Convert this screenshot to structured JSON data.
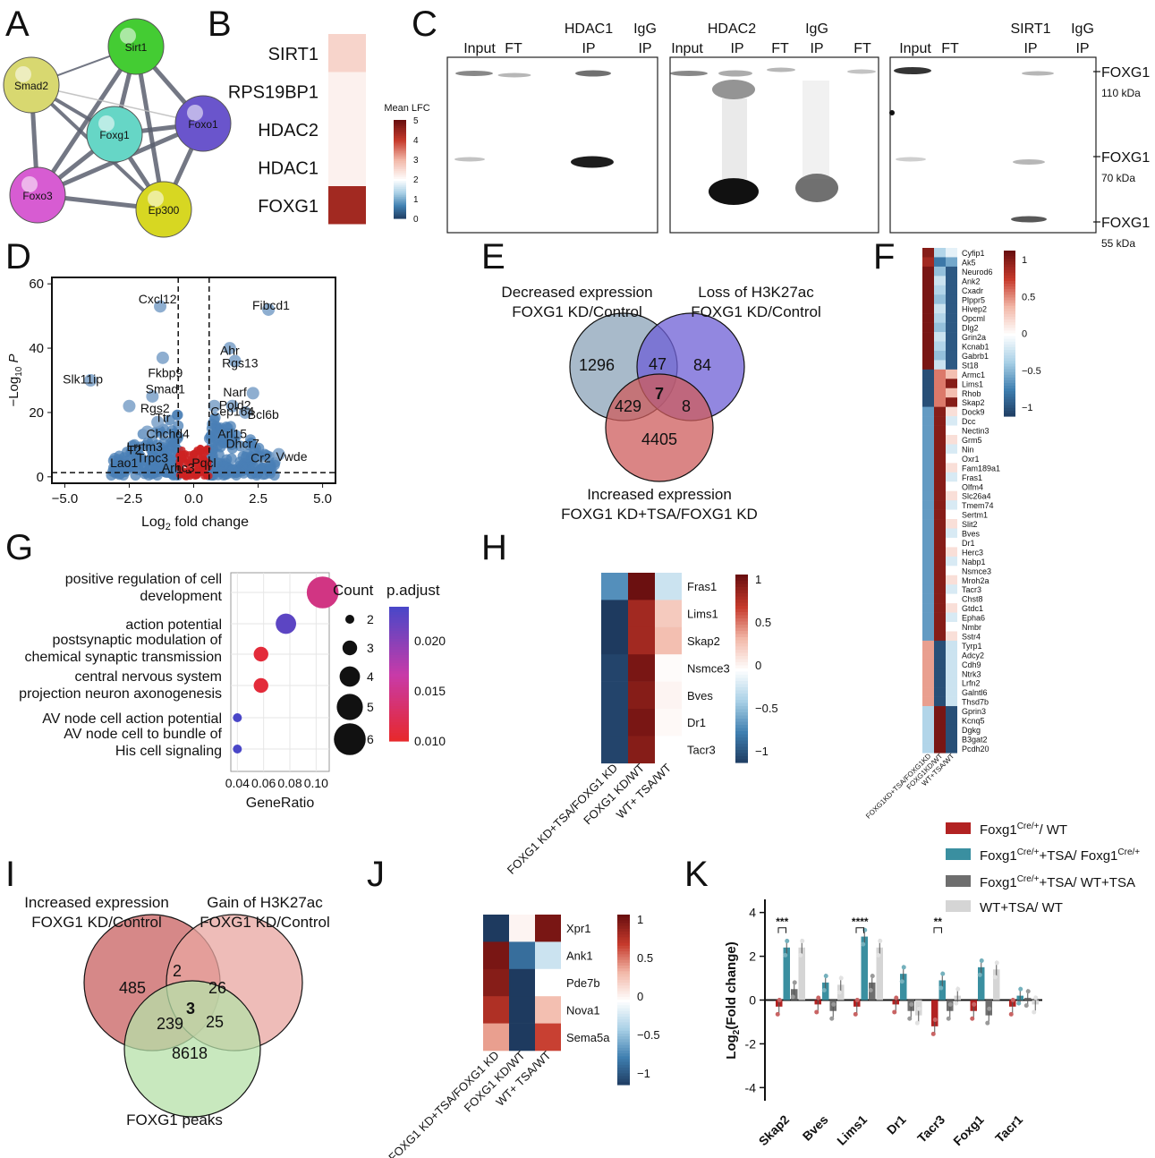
{
  "panel_letters": [
    "A",
    "B",
    "C",
    "D",
    "E",
    "F",
    "G",
    "H",
    "I",
    "J",
    "K"
  ],
  "colors": {
    "heat_low": "#1e3a5f",
    "heat_mid": "#ffffff",
    "heat_high": "#6b1010",
    "venn_blue": "#8ba3b8",
    "venn_purple": "#6a5acd",
    "venn_red": "#cd5c5c",
    "venn_pink": "#e8a5a0",
    "venn_green": "#b5e0a8"
  },
  "panelA": {
    "nodes": [
      {
        "label": "Sirt1",
        "color": "#44cc33"
      },
      {
        "label": "Smad2",
        "color": "#d8d870"
      },
      {
        "label": "Foxg1",
        "color": "#66d6c6"
      },
      {
        "label": "Foxo1",
        "color": "#6a55cc"
      },
      {
        "label": "Foxo3",
        "color": "#d75cd2"
      },
      {
        "label": "Ep300",
        "color": "#d7d722"
      }
    ]
  },
  "panelB": {
    "genes": [
      "SIRT1",
      "RPS19BP1",
      "HDAC2",
      "HDAC1",
      "FOXG1"
    ],
    "values": [
      2.6,
      2.2,
      2.2,
      2.2,
      4.4
    ],
    "legend_title": "Mean LFC",
    "legend_ticks": [
      "5",
      "4",
      "3",
      "2",
      "1",
      "0"
    ]
  },
  "panelC": {
    "blot1_labels": [
      "Input",
      "FT",
      "HDAC1",
      "IP",
      "IgG",
      "IP"
    ],
    "blot2_labels": [
      "HDAC2",
      "Input",
      "IP",
      "FT",
      "IgG",
      "IP",
      "FT"
    ],
    "blot3_labels": [
      "Input",
      "FT",
      "SIRT1",
      "IP",
      "IgG",
      "IP"
    ],
    "markers": [
      {
        "name": "FOXG1",
        "size": "110 kDa"
      },
      {
        "name": "FOXG1",
        "size": "70 kDa"
      },
      {
        "name": "FOXG1",
        "size": "55 kDa"
      }
    ]
  },
  "panelD": {
    "ylabel_main": "−Log",
    "ylabel_sub": "10",
    "ylabel_var": "P",
    "xlabel_main": "Log",
    "xlabel_sub": "2",
    "xlabel_rest": " fold change",
    "xticks": [
      "−5.0",
      "−2.5",
      "0.0",
      "2.5",
      "5.0"
    ],
    "yticks": [
      "0",
      "20",
      "40",
      "60"
    ],
    "gene_labels": [
      "Cxcl12",
      "Fibcd1",
      "Slk11ip",
      "Ahr",
      "Rgs13",
      "Fkbp9",
      "Smad1",
      "Narf",
      "Pold2",
      "Cep164",
      "Bcl6b",
      "Rgs2",
      "Ttr",
      "Chchd4",
      "Arl15",
      "Dhcr7",
      "Lrrtm3",
      "T2",
      "Trpc3",
      "Cr2",
      "Vwde",
      "Lao1",
      "Arhc3",
      "Pqcl"
    ]
  },
  "panelE": {
    "label_a": [
      "Decreased expression",
      "FOXG1 KD/Control"
    ],
    "label_b": [
      "Loss of H3K27ac",
      "FOXG1 KD/Control"
    ],
    "label_c": [
      "Increased expression",
      "FOXG1 KD+TSA/FOXG1 KD"
    ],
    "counts": {
      "a": "1296",
      "ab": "47",
      "b": "84",
      "abc": "7",
      "ac": "429",
      "bc": "8",
      "c": "4405"
    }
  },
  "panelF": {
    "genes": [
      "Cyfip1",
      "Ak5",
      "Neurod6",
      "Ank2",
      "Cxadr",
      "Plppr5",
      "Hivep2",
      "Opcml",
      "Dlg2",
      "Grin2a",
      "Kcnab1",
      "Gabrb1",
      "St18",
      "Armc1",
      "Lims1",
      "Rhob",
      "Skap2",
      "Dock9",
      "Dcc",
      "Nectin3",
      "Grm5",
      "Nin",
      "Oxr1",
      "Fam189a1",
      "Fras1",
      "Olfm4",
      "Slc26a4",
      "Tmem74",
      "Sertm1",
      "Slit2",
      "Bves",
      "Dr1",
      "Herc3",
      "Nabp1",
      "Nsmce3",
      "Mroh2a",
      "Tacr3",
      "Chst8",
      "Gtdc1",
      "Epha6",
      "Nmbr",
      "Sstr4",
      "Tyrp1",
      "Adcy2",
      "Cdh9",
      "Ntrk3",
      "Lrfn2",
      "Galntl6",
      "Thsd7b",
      "Gprin3",
      "Kcnq5",
      "Dgkg",
      "B3gat2",
      "Pcdh20"
    ],
    "col_labels": [
      "FOXG1KD+TSA/FOXG1KD",
      "FOXG1KD/WT",
      "WT+TSA/WT"
    ],
    "legend_ticks": [
      "1",
      "0.5",
      "0",
      "−0.5",
      "−1"
    ]
  },
  "panelG": {
    "terms": [
      {
        "lines": [
          "positive regulation of cell",
          "development"
        ],
        "ratio": 0.105,
        "count": 6,
        "padj": 0.015
      },
      {
        "lines": [
          "action potential"
        ],
        "ratio": 0.077,
        "count": 4,
        "padj": 0.023
      },
      {
        "lines": [
          "postsynaptic modulation of",
          "chemical synaptic transmission"
        ],
        "ratio": 0.058,
        "count": 3,
        "padj": 0.011
      },
      {
        "lines": [
          "central nervous system",
          "projection neuron axonogenesis"
        ],
        "ratio": 0.058,
        "count": 3,
        "padj": 0.011
      },
      {
        "lines": [
          "AV node cell action potential"
        ],
        "ratio": 0.04,
        "count": 2,
        "padj": 0.024
      },
      {
        "lines": [
          "AV node cell to bundle of",
          "His cell signaling"
        ],
        "ratio": 0.04,
        "count": 2,
        "padj": 0.024
      }
    ],
    "xticks": [
      "0.04",
      "0.06",
      "0.08",
      "0.10"
    ],
    "xlabel": "GeneRatio",
    "count_title": "Count",
    "count_ticks": [
      "2",
      "3",
      "4",
      "5",
      "6"
    ],
    "padj_title": "p.adjust",
    "padj_ticks": [
      "0.020",
      "0.015",
      "0.010"
    ]
  },
  "panelH": {
    "genes": [
      "Fras1",
      "Lims1",
      "Skap2",
      "Nsmce3",
      "Bves",
      "Dr1",
      "Tacr3"
    ],
    "values": [
      [
        -0.6,
        1.0,
        -0.2
      ],
      [
        -1.0,
        0.8,
        0.25
      ],
      [
        -1.0,
        0.8,
        0.3
      ],
      [
        -0.95,
        0.95,
        0.02
      ],
      [
        -0.95,
        0.9,
        0.05
      ],
      [
        -0.95,
        0.95,
        0.03
      ],
      [
        -0.95,
        0.9,
        0.0
      ]
    ],
    "col_labels": [
      "FOXG1 KD+TSA/FOXG1 KD",
      "FOXG1 KD/WT",
      "WT+ TSA/WT"
    ],
    "legend_ticks": [
      "1",
      "0.5",
      "0",
      "−0.5",
      "−1"
    ]
  },
  "panelI": {
    "label_a": [
      "Increased expression",
      "FOXG1 KD/Control"
    ],
    "label_b": [
      "Gain of H3K27ac",
      "FOXG1 KD/Control"
    ],
    "label_c": [
      "FOXG1 peaks"
    ],
    "counts": {
      "a": "485",
      "ab": "2",
      "b": "26",
      "abc": "3",
      "ac": "239",
      "bc": "25",
      "c": "8618"
    }
  },
  "panelJ": {
    "genes": [
      "Xpr1",
      "Ank1",
      "Pde7b",
      "Nova1",
      "Sema5a"
    ],
    "values": [
      [
        -1.0,
        0.05,
        0.95
      ],
      [
        0.95,
        -0.75,
        -0.2
      ],
      [
        0.9,
        -1.0,
        0.0
      ],
      [
        0.75,
        -1.0,
        0.3
      ],
      [
        0.4,
        -1.0,
        0.65
      ]
    ],
    "col_labels": [
      "FOXG1 KD+TSA/FOXG1 KD",
      "FOXG1 KD/WT",
      "WT+ TSA/WT"
    ],
    "legend_ticks": [
      "1",
      "0.5",
      "0",
      "−0.5",
      "−1"
    ]
  },
  "panelK": {
    "ylabel_main": "Log",
    "ylabel_sub": "2",
    "ylabel_rest": "(Fold change)",
    "yticks": [
      "4",
      "2",
      "0",
      "-2",
      "-4"
    ],
    "genes": [
      "Skap2",
      "Bves",
      "Lims1",
      "Dr1",
      "Tacr3",
      "Foxg1",
      "Tacr1"
    ],
    "series": [
      {
        "name_main": "Foxg1",
        "name_sup": "Cre/+",
        "name_rest": "/ WT",
        "color": "#b22222",
        "values": [
          -0.3,
          -0.2,
          -0.3,
          -0.2,
          -1.2,
          -0.5,
          -0.3
        ]
      },
      {
        "name_main": "Foxg1",
        "name_sup": "Cre/+",
        "name_rest": "+TSA/ Foxg1",
        "name_sup2": "Cre/+",
        "color": "#3a8fa0",
        "values": [
          2.4,
          0.8,
          2.9,
          1.2,
          0.9,
          1.5,
          0.2
        ]
      },
      {
        "name_main": "Foxg1",
        "name_sup": "Cre/+",
        "name_rest": "+TSA/ WT+TSA",
        "color": "#6e6e6e",
        "values": [
          0.5,
          -0.5,
          0.8,
          -0.5,
          -0.5,
          -0.7,
          0.1
        ]
      },
      {
        "name_main": "WT+TSA/ WT",
        "color": "#d5d5d5",
        "values": [
          2.4,
          0.7,
          2.4,
          -0.7,
          0.2,
          1.4,
          -0.2
        ]
      }
    ],
    "significance": [
      {
        "gene": "Skap2",
        "stars": "***"
      },
      {
        "gene": "Lims1",
        "stars": "****"
      },
      {
        "gene": "Tacr3",
        "stars": "**"
      }
    ]
  }
}
